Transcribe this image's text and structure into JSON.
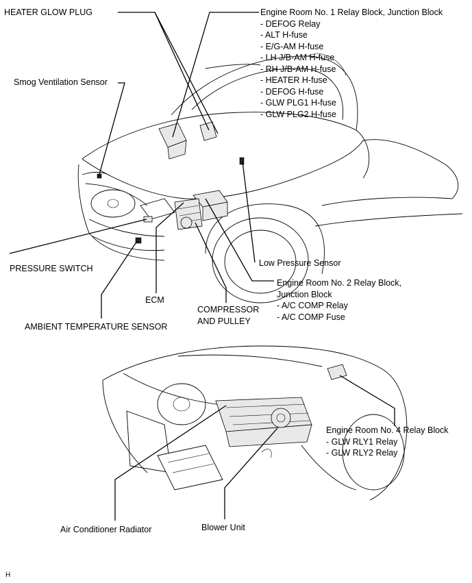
{
  "labels": {
    "heater_glow_plug": "HEATER GLOW PLUG",
    "relay_block_1": {
      "title": "Engine Room No. 1 Relay Block, Junction Block",
      "items": [
        "- DEFOG Relay",
        "- ALT H-fuse",
        "- E/G-AM H-fuse",
        "- LH J/B-AM H-fuse",
        "- RH J/B-AM H-fuse",
        "- HEATER H-fuse",
        "- DEFOG H-fuse",
        "- GLW PLG1 H-fuse",
        "- GLW PLG2 H-fuse"
      ]
    },
    "smog_ventilation_sensor": "Smog Ventilation Sensor",
    "pressure_switch": "PRESSURE SWITCH",
    "low_pressure_sensor": "Low Pressure Sensor",
    "ecm": "ECM",
    "relay_block_2": {
      "title_line1": "Engine Room No. 2 Relay Block,",
      "title_line2": "Junction Block",
      "items": [
        "- A/C COMP Relay",
        "- A/C COMP Fuse"
      ]
    },
    "compressor_line1": "COMPRESSOR",
    "compressor_line2": "AND PULLEY",
    "ambient_temperature_sensor": "AMBIENT TEMPERATURE SENSOR",
    "relay_block_4": {
      "title": "Engine Room No. 4 Relay Block",
      "items": [
        "- GLW RLY1 Relay",
        "- GLW RLY2 Relay"
      ]
    },
    "air_conditioner_radiator": "Air Conditioner Radiator",
    "blower_unit": "Blower Unit",
    "footer_mark": "H"
  }
}
